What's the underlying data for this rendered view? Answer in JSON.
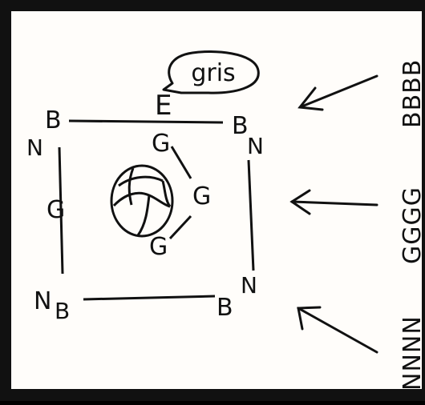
{
  "speech_bubble": {
    "text": "gris"
  },
  "labels": {
    "e": "E",
    "top_left_b": "B",
    "top_left_n": "N",
    "top_right_b": "B",
    "top_right_n": "N",
    "left_edge_g": "G",
    "ball_g_top": "G",
    "ball_g_right": "G",
    "ball_g_bottom": "G",
    "bottom_left_n": "N",
    "bottom_left_b": "B",
    "bottom_right_b": "B",
    "bottom_right_n": "N"
  },
  "side_strings": {
    "top": "BBBB",
    "middle": "GGGG",
    "bottom": "NNNN"
  },
  "colors": {
    "frame": "#111111",
    "paper": "#fffdfa",
    "ink": "#111111"
  }
}
